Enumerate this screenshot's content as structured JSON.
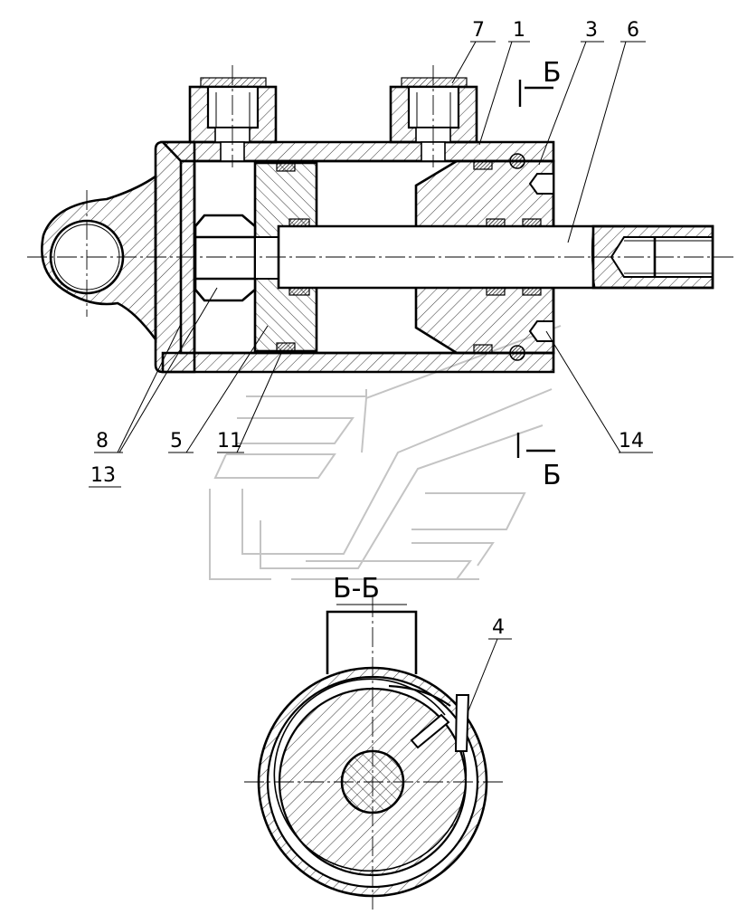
{
  "callouts": {
    "c1": "1",
    "c3": "3",
    "c4": "4",
    "c5": "5",
    "c6": "6",
    "c7": "7",
    "c8": "8",
    "c11": "11",
    "c13": "13",
    "c14": "14"
  },
  "section": {
    "letter": "Б",
    "title": "Б-Б"
  }
}
